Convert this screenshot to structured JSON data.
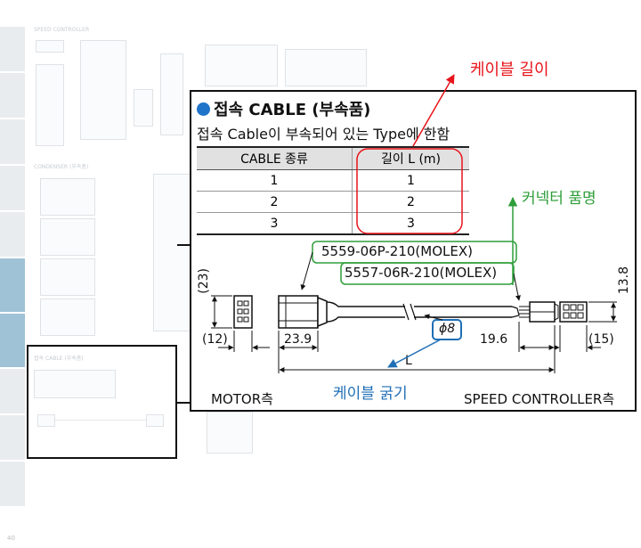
{
  "background_page": {
    "section_speed_controller": "SPEED CONTROLLER",
    "section_condenser": "CONDENSER (부속품)",
    "section_cable_small": "접속 CABLE (부속품)",
    "page_number": "40"
  },
  "panel": {
    "title": "접속 CABLE (부속품)",
    "subtitle": "접속 Cable이 부속되어 있는 Type에 한함",
    "table": {
      "headers": [
        "CABLE 종류",
        "길이 L (m)"
      ],
      "rows": [
        [
          "1",
          "1"
        ],
        [
          "2",
          "2"
        ],
        [
          "3",
          "3"
        ]
      ]
    },
    "diagram": {
      "part_no_1": "5559-06P-210(MOLEX)",
      "part_no_2": "5557-06R-210(MOLEX)",
      "dim_23": "(23)",
      "dim_12": "(12)",
      "dim_23_9": "23.9",
      "dim_phi8": "ϕ8",
      "dim_L": "L",
      "dim_19_6": "19.6",
      "dim_15": "(15)",
      "dim_13_8": "13.8",
      "motor_side": "MOTOR측",
      "controller_side": "SPEED CONTROLLER측"
    }
  },
  "callouts": {
    "cable_length": "케이블 길이",
    "connector_name": "커넥터 품명",
    "cable_thickness": "케이블 굵기"
  },
  "colors": {
    "red": "#e8141b",
    "green": "#2e9e3a",
    "blue": "#1f6fb5",
    "title_dot": "#1f73c8"
  }
}
